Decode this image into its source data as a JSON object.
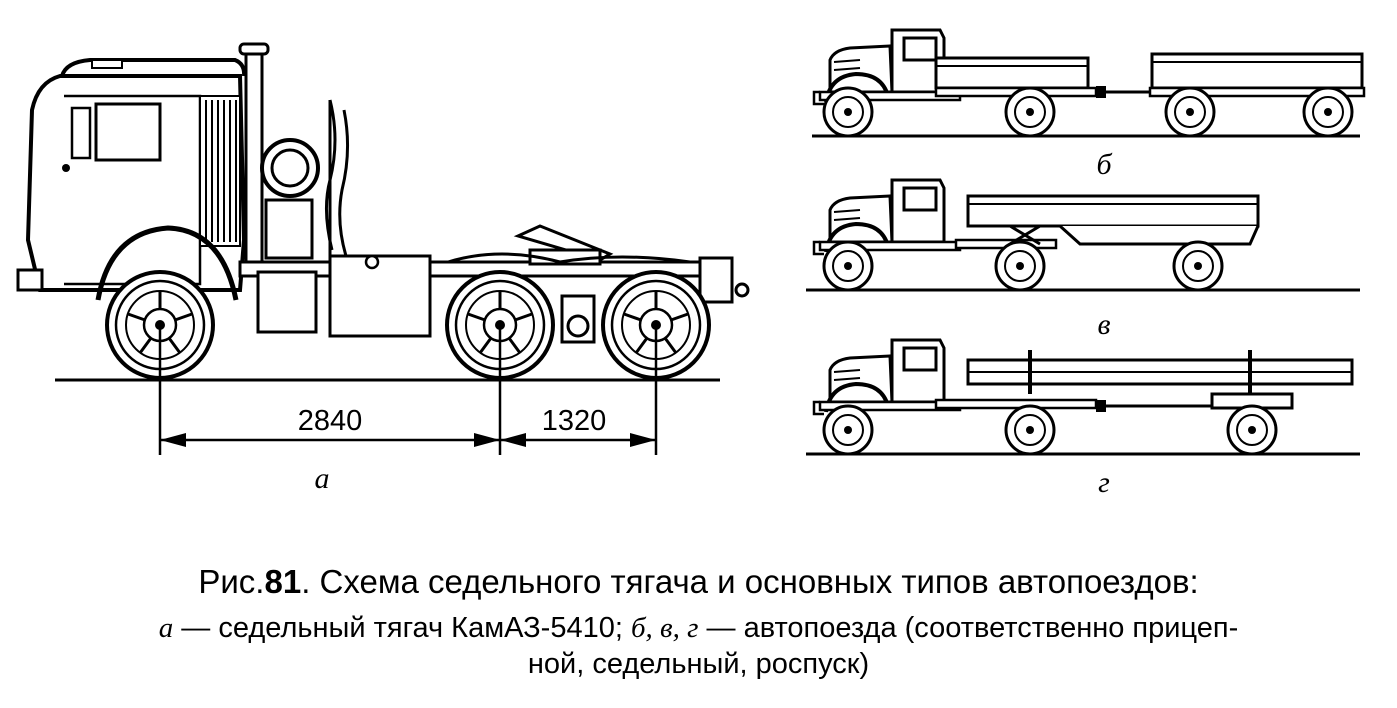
{
  "figure": {
    "label_a": "а",
    "label_b": "б",
    "label_v": "в",
    "label_g": "г",
    "dim_wheelbase": "2840",
    "dim_bogie": "1320"
  },
  "caption": {
    "fig_prefix": "Рис.",
    "fig_number": "81",
    "title": ". Схема седельного тягача и основных типов автопоездов:",
    "desc_a": "а",
    "desc_text1": " — седельный тягач КамАЗ-5410; ",
    "desc_letters": "б, в, г",
    "desc_text2": " — автопоезда (соответственно прицеп-",
    "desc_line2": "ной, седельный, роспуск)"
  }
}
